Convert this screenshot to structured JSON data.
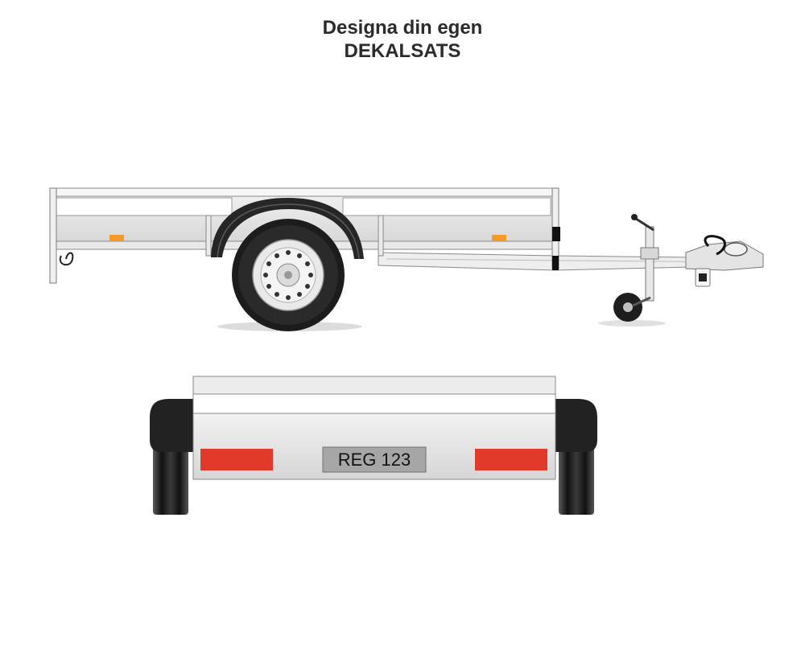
{
  "title": {
    "line1": "Designa din egen",
    "line2": "DEKALSATS"
  },
  "rear_view": {
    "plate_text": "REG 123"
  },
  "colors": {
    "body_silver": "#e6e6e6",
    "outline": "#8a8a8a",
    "tire": "#1e1e1e",
    "reflector_red": "#e23a2a",
    "side_marker_orange": "#f39a2b",
    "plate_grey": "#a6a6a6"
  }
}
